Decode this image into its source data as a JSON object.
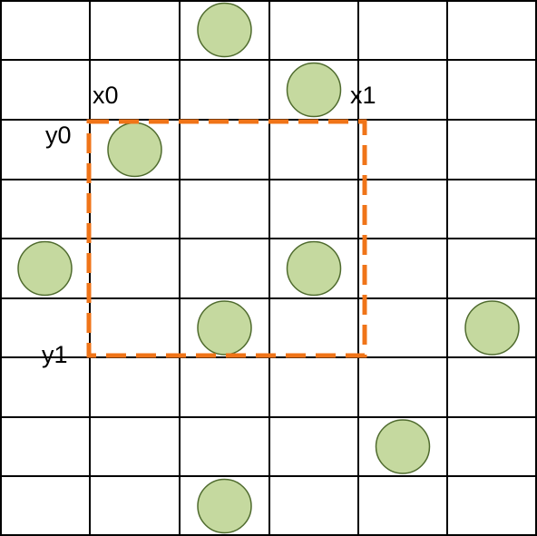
{
  "grid": {
    "columns": 6,
    "rows": 9,
    "line_color": "#000000"
  },
  "dots": {
    "fill": "#c5d99f",
    "stroke": "#4f6b2e",
    "cells": [
      {
        "col": 2,
        "row": 0
      },
      {
        "col": 3,
        "row": 1
      },
      {
        "col": 1,
        "row": 2
      },
      {
        "col": 0,
        "row": 4
      },
      {
        "col": 3,
        "row": 4
      },
      {
        "col": 2,
        "row": 5
      },
      {
        "col": 5,
        "row": 5
      },
      {
        "col": 4,
        "row": 7
      },
      {
        "col": 2,
        "row": 8
      }
    ]
  },
  "selection": {
    "color": "#f07418",
    "labels": {
      "x0": "x0",
      "x1": "x1",
      "y0": "y0",
      "y1": "y1"
    }
  }
}
